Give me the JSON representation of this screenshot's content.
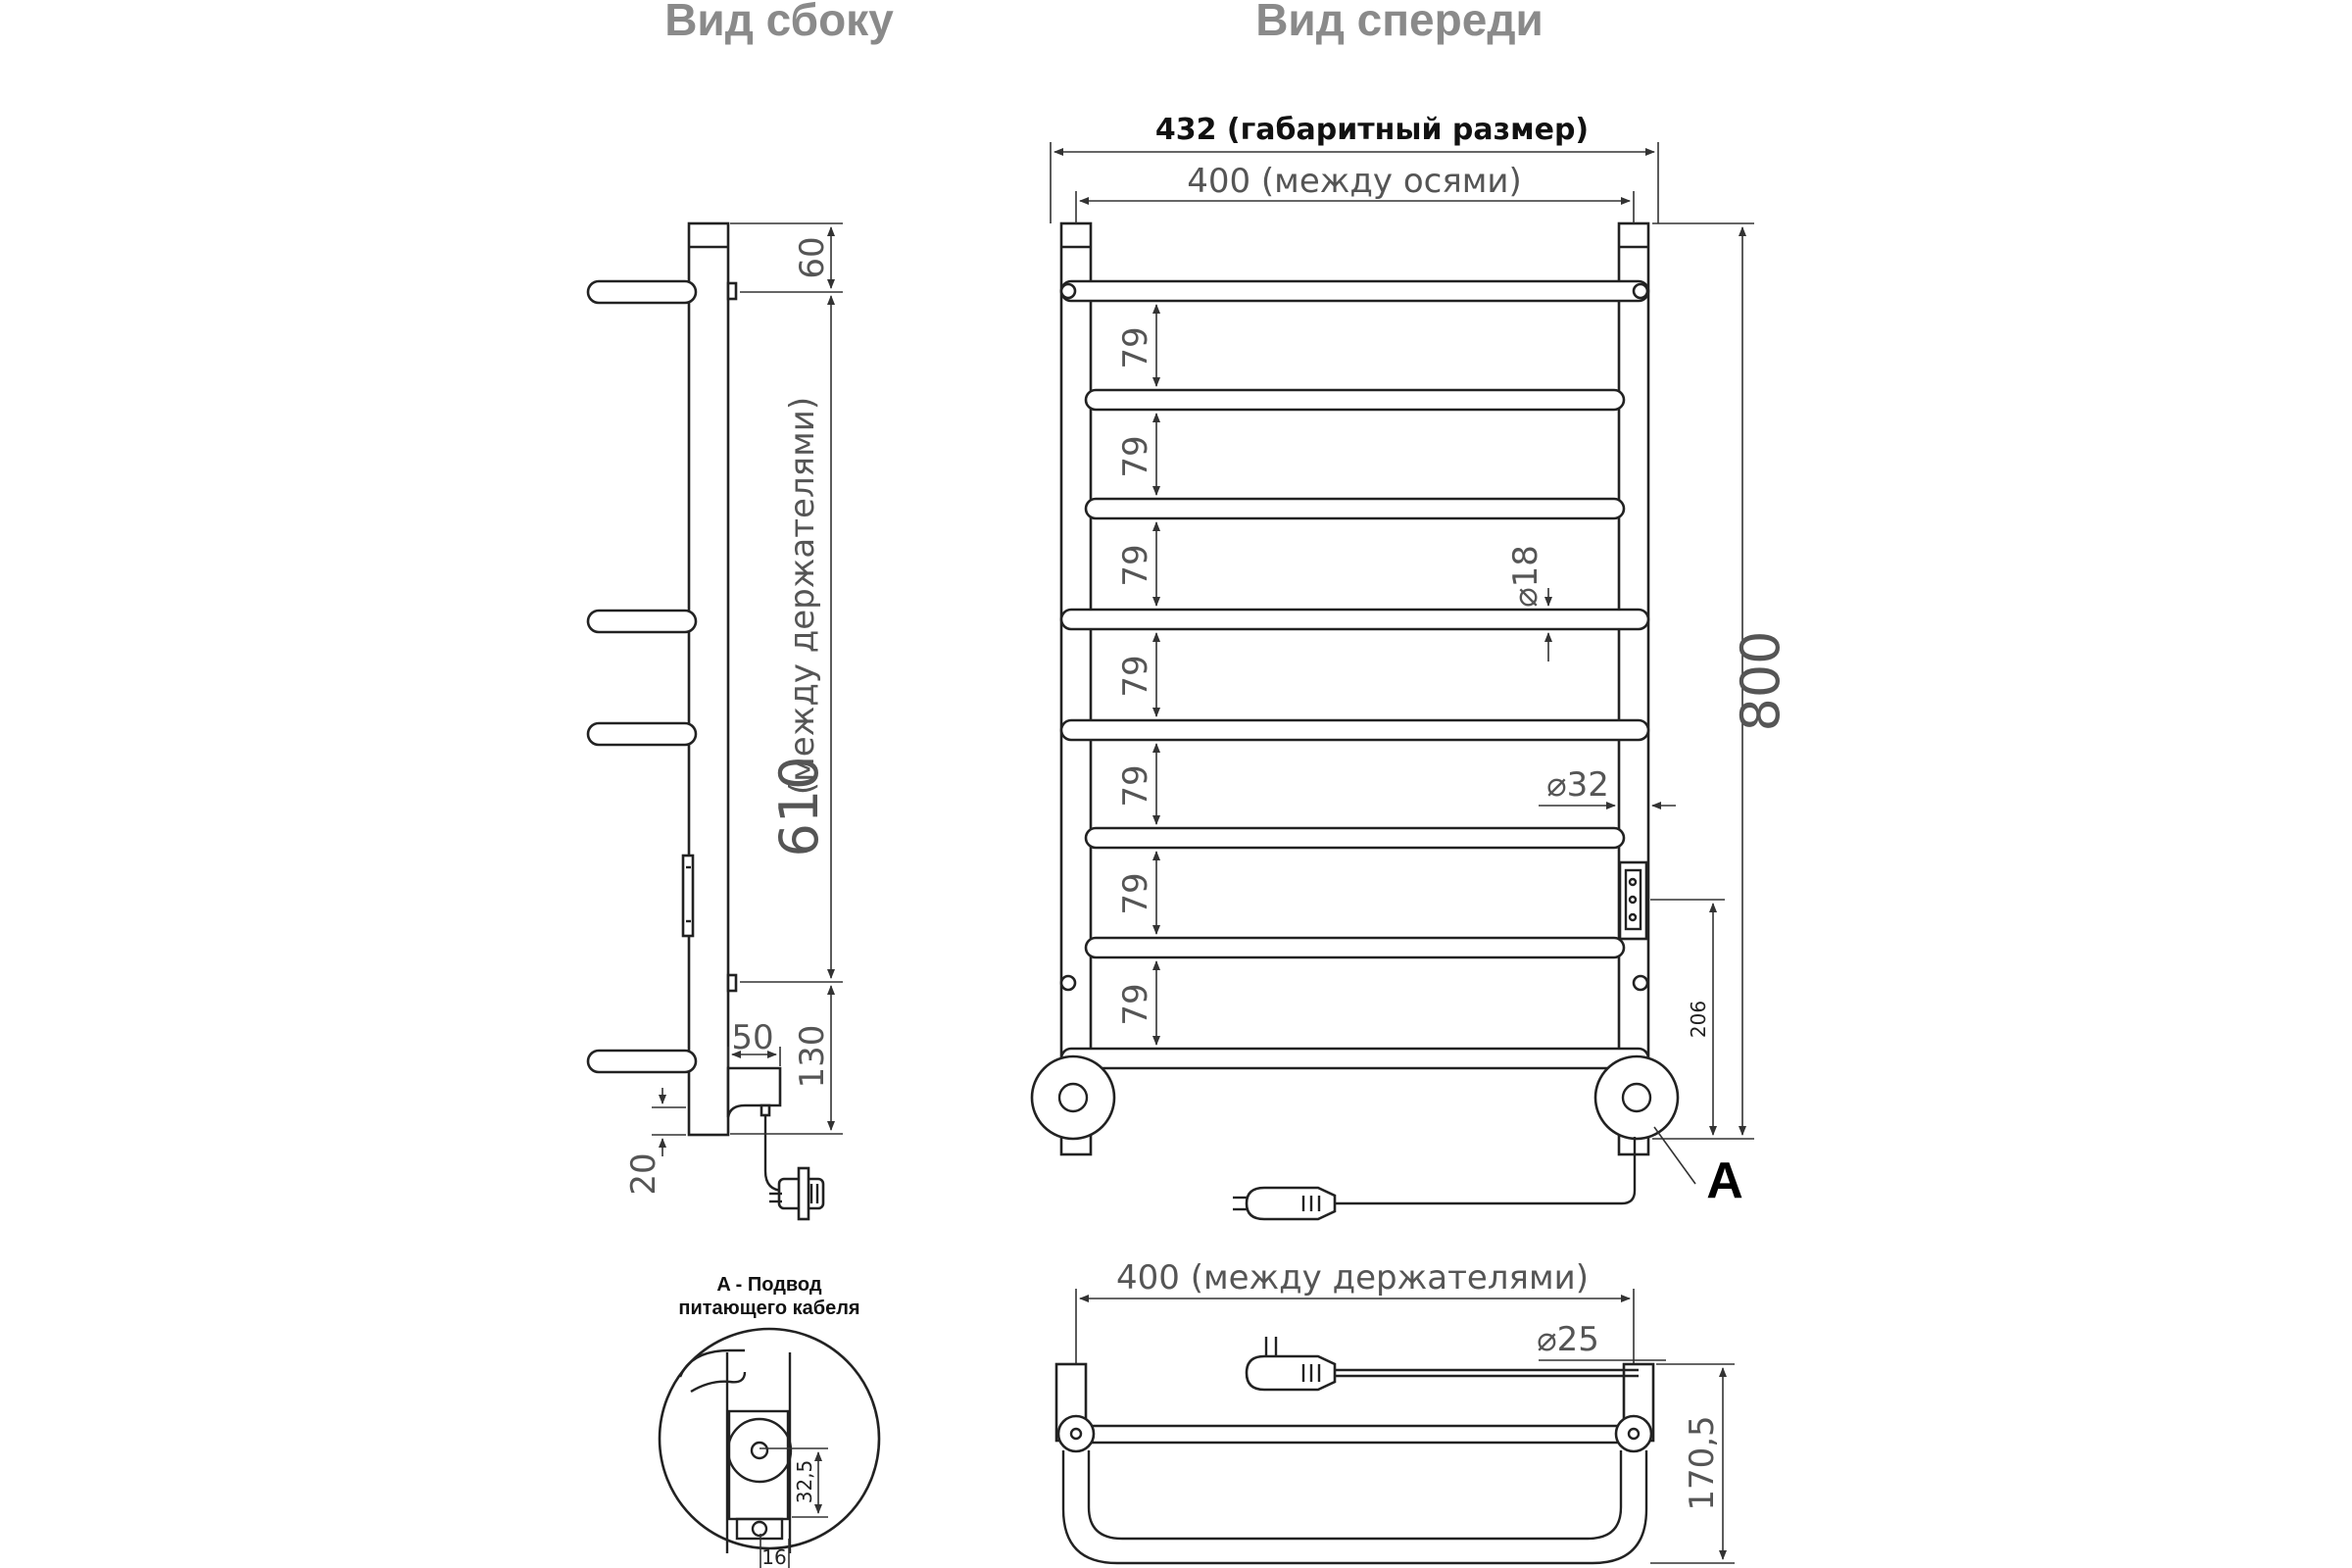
{
  "titles": {
    "side_view": "Вид сбоку",
    "front_view": "Вид спереди"
  },
  "side_view": {
    "dim_top_offset": "60",
    "dim_between_holders": "610",
    "dim_between_holders_note": "(между держателями)",
    "dim_cable_offset": "50",
    "dim_bottom_offset": "130",
    "dim_bottom_gap": "20"
  },
  "front_view": {
    "dim_overall_width": "432 (габаритный размер)",
    "dim_axis_width": "400 (между осями)",
    "dim_rung_spacing": [
      "79",
      "79",
      "79",
      "79",
      "79",
      "79",
      "79"
    ],
    "dim_rung_diameter": "⌀18",
    "dim_post_diameter": "⌀32",
    "dim_total_height": "800",
    "dim_switch_height": "206",
    "callout_label": "A"
  },
  "detail_a": {
    "title_line1": "A - Подвод",
    "title_line2": "питающего кабеля",
    "dim_cable_height": "32,5",
    "dim_cable_offset": "16"
  },
  "top_view": {
    "dim_between_holders": "400 (между держателями)",
    "dim_cable_diameter": "⌀25",
    "dim_depth": "170,5"
  }
}
